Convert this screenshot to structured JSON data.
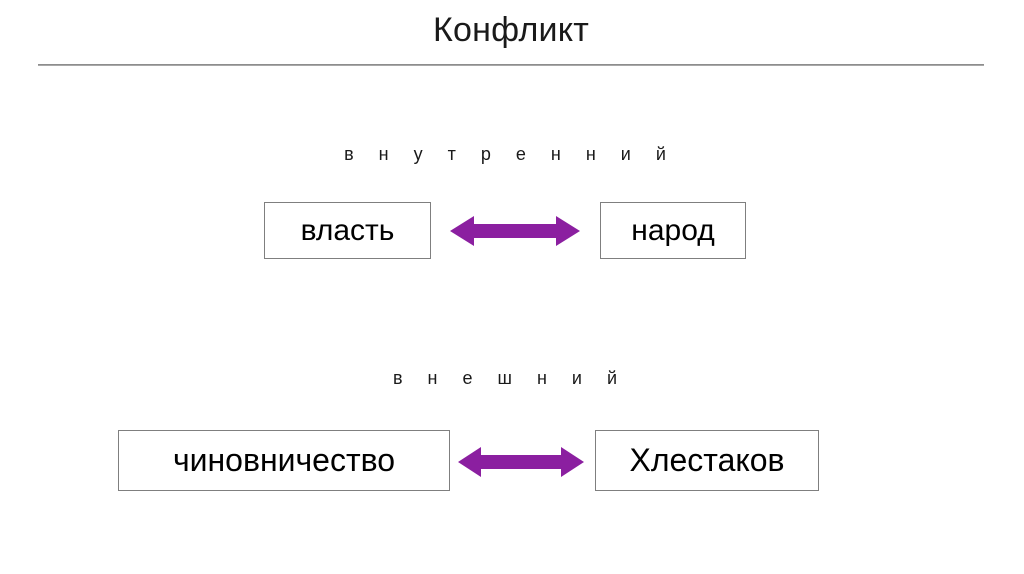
{
  "slide": {
    "title": "Конфликт",
    "background_color": "#ffffff",
    "rule_color": "#8d8d8d"
  },
  "accent": {
    "arrow_color": "#8b1fa0",
    "box_border_color": "#7f7f7f",
    "text_color": "#000000"
  },
  "sections": [
    {
      "caption": "в н у т р е н н и й",
      "left_box": "власть",
      "right_box": "народ",
      "connector": "double-headed-arrow"
    },
    {
      "caption": "в н е ш н и й",
      "left_box": "чиновничество",
      "right_box": "Хлестаков",
      "connector": "double-headed-arrow"
    }
  ]
}
